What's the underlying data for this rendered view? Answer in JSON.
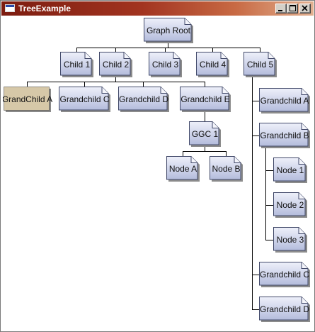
{
  "window": {
    "title": "TreeExample",
    "buttons": [
      "minimize",
      "maximize",
      "close"
    ]
  },
  "colors": {
    "titlebar_start": "#7c1c10",
    "titlebar_end": "#e2b090",
    "node_fill_top": "#eef0fa",
    "node_fill_bottom": "#b4bcdc",
    "node_border": "#404868",
    "selected_fill": "#d6c8a8",
    "edge": "#000000"
  },
  "tree": {
    "root": {
      "label": "Graph Root"
    },
    "children": [
      {
        "label": "Child 1"
      },
      {
        "label": "Child 2"
      },
      {
        "label": "Child 3"
      },
      {
        "label": "Child 4"
      },
      {
        "label": "Child 5"
      }
    ],
    "grandchildren_child2": [
      {
        "label": "GrandChild A",
        "selected": true
      },
      {
        "label": "Grandchild C"
      },
      {
        "label": "Grandchild D"
      },
      {
        "label": "Grandchild E"
      }
    ],
    "ggc": {
      "label": "GGC 1"
    },
    "ggc_children": [
      {
        "label": "Node A"
      },
      {
        "label": "Node B"
      }
    ],
    "grandchildren_child5": [
      {
        "label": "Grandchild A"
      },
      {
        "label": "Grandchild B"
      },
      {
        "label": "Grandchild C"
      },
      {
        "label": "Grandchild D"
      }
    ],
    "grandchild_b_children": [
      {
        "label": "Node 1"
      },
      {
        "label": "Node 2"
      },
      {
        "label": "Node 3"
      }
    ]
  }
}
